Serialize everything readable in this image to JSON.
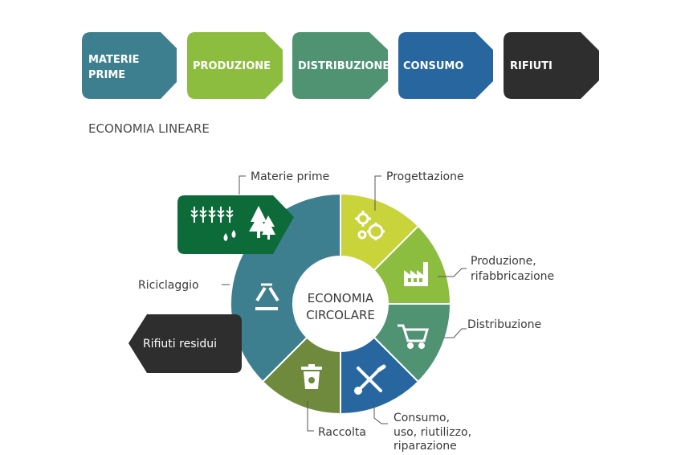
{
  "linear": {
    "steps": [
      {
        "lines": [
          "MATERIE",
          "PRIME"
        ],
        "color": "#3d7f8f"
      },
      {
        "lines": [
          "PRODUZIONE"
        ],
        "color": "#8dbd3f"
      },
      {
        "lines": [
          "DISTRIBUZIONE"
        ],
        "color": "#4f9373"
      },
      {
        "lines": [
          "CONSUMO"
        ],
        "color": "#27669f"
      },
      {
        "lines": [
          "RIFIUTI"
        ],
        "color": "#2e2e2e"
      }
    ],
    "title": "ECONOMIA LINEARE"
  },
  "circular": {
    "center": [
      "ECONOMIA",
      "CIRCOLARE"
    ],
    "segments": [
      {
        "name": "Progettazione",
        "color": "#c9d33a",
        "icon": "gears-icon"
      },
      {
        "name": "Produzione, rifabbricazione",
        "color": "#8dbd3f",
        "icon": "factory-icon"
      },
      {
        "name": "Distribuzione",
        "color": "#4f9373",
        "icon": "cart-icon"
      },
      {
        "name": "Consumo, uso, riutilizzo, riparazione",
        "color": "#27669f",
        "icon": "tools-icon"
      },
      {
        "name": "Raccolta",
        "color": "#6f8a3c",
        "icon": "bin-icon"
      },
      {
        "name": "Riciclaggio",
        "color": "#3d7f8f",
        "icon": "recycle-icon"
      }
    ],
    "labels": {
      "materie": "Materie prime",
      "progettazione": "Progettazione",
      "produzione": [
        "Produzione,",
        "rifabbricazione"
      ],
      "distribuzione": "Distribuzione",
      "consumo": [
        "Consumo,",
        "uso, riutilizzo,",
        "riparazione"
      ],
      "raccolta": "Raccolta",
      "riciclaggio": "Riciclaggio",
      "rifiuti": "Rifiuti residui"
    },
    "materie_box_color": "#0d6b3a",
    "rifiuti_box_color": "#2e2e2e"
  }
}
